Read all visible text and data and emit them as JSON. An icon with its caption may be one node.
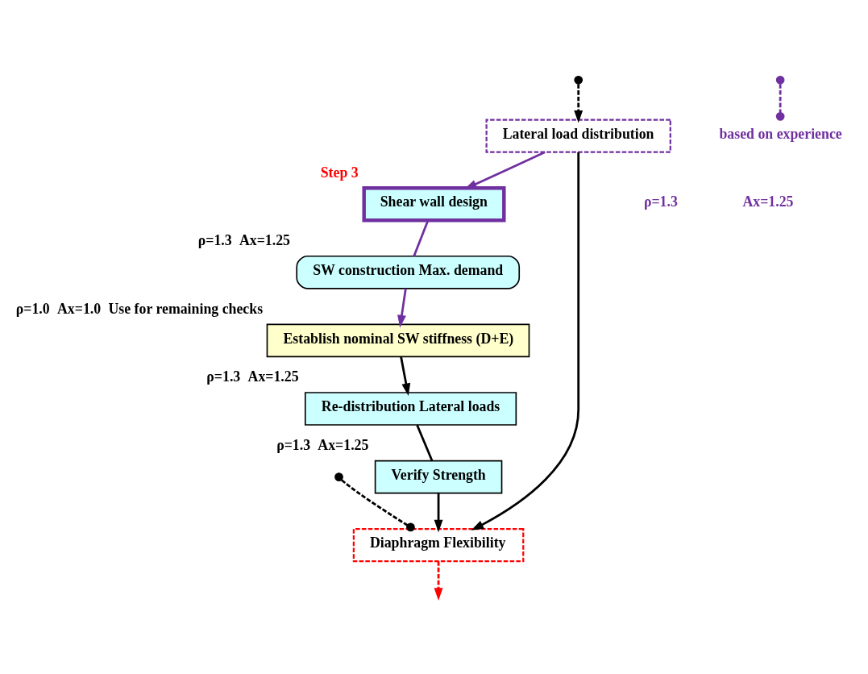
{
  "diagram": {
    "nodes": [
      {
        "text": [
          "Lateral load distribution"
        ]
      },
      {
        "text": [
          "Shear wall design"
        ],
        "beside": [
          "Step 3"
        ]
      },
      {
        "text": [
          "Verify Strength"
        ],
        "beside": [
          "ρ=1.3",
          "Ax=1.25"
        ]
      },
      {
        "text": [
          "SW construction Max. demand"
        ],
        "beside": [
          "ρ=1.3",
          "Ax=1.25"
        ]
      },
      {
        "text": [
          "Establish nominal SW stiffness (D+E)"
        ],
        "beside": [
          "ρ=1.0",
          "Ax=1.0",
          "Use for remaining checks"
        ]
      },
      {
        "text": [
          "Re-distribution Lateral loads"
        ],
        "beside": [
          "ρ=1.3",
          "Ax=1.25"
        ]
      },
      {
        "text": [
          "Diaphragm Flexibility"
        ]
      },
      {
        "text": [
          "based on experience"
        ]
      }
    ],
    "edges": [
      {
        "from": null,
        "to": 0,
        "arrow": "to",
        "style": "dashed"
      },
      {
        "from": 0,
        "to": 1,
        "arrow": "to",
        "color": "#7030a0"
      },
      {
        "from": null,
        "to": 7,
        "arrow": "other",
        "style": "dashed",
        "color": "#7030a0"
      },
      {
        "from": 1,
        "to": 3,
        "arrow": "none",
        "color": "#7030a0"
      },
      {
        "from": 3,
        "to": 4,
        "arrow": "to",
        "color": "#7030a0"
      },
      {
        "from": 4,
        "to": 5,
        "arrow": "to"
      },
      {
        "from": 5,
        "to": 2,
        "arrow": "none"
      },
      {
        "from": 2,
        "to": 6,
        "arrow": "to"
      },
      {
        "from": 0,
        "to": 6,
        "arrow": "to"
      },
      {
        "from": null,
        "to": 6,
        "arrow": "other",
        "style": "dashed"
      },
      {
        "from": 6,
        "to": null,
        "arrow": "to",
        "style": "dashed",
        "color": "#ff0000"
      }
    ],
    "labels": [
      "ρ=1.3",
      "Ax=1.25"
    ]
  }
}
